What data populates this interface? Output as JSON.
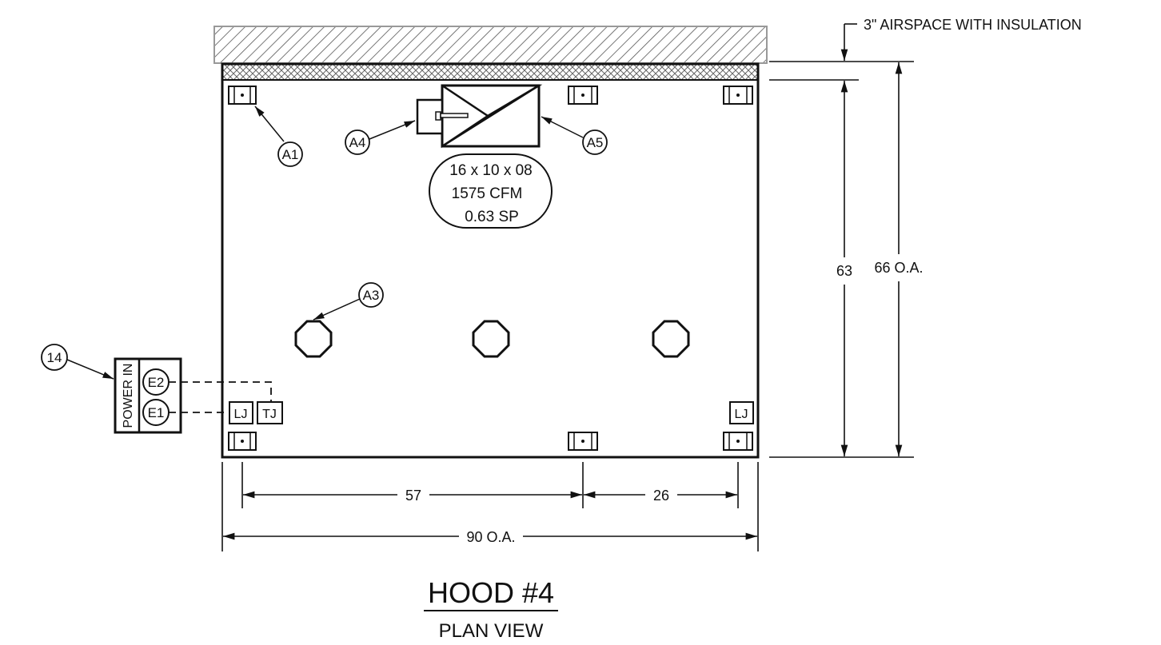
{
  "callouts": {
    "a1": "A1",
    "a3": "A3",
    "a4": "A4",
    "a5": "A5",
    "e1": "E1",
    "e2": "E2",
    "item14": "14"
  },
  "fan_label": {
    "line1": "16 x 10 x 08",
    "line2": "1575  CFM",
    "line3": "0.63  SP"
  },
  "power_label": "POWER IN",
  "junction_boxes": {
    "lj_left": "LJ",
    "tj": "TJ",
    "lj_right": "LJ"
  },
  "dimensions": {
    "height": "63",
    "height_oa": "66 O.A.",
    "span_1": "57",
    "span_2": "26",
    "width_oa": "90 O.A."
  },
  "notes": {
    "airspace": "3\" AIRSPACE WITH INSULATION"
  },
  "title": {
    "main": "HOOD #4",
    "sub": "PLAN VIEW"
  }
}
